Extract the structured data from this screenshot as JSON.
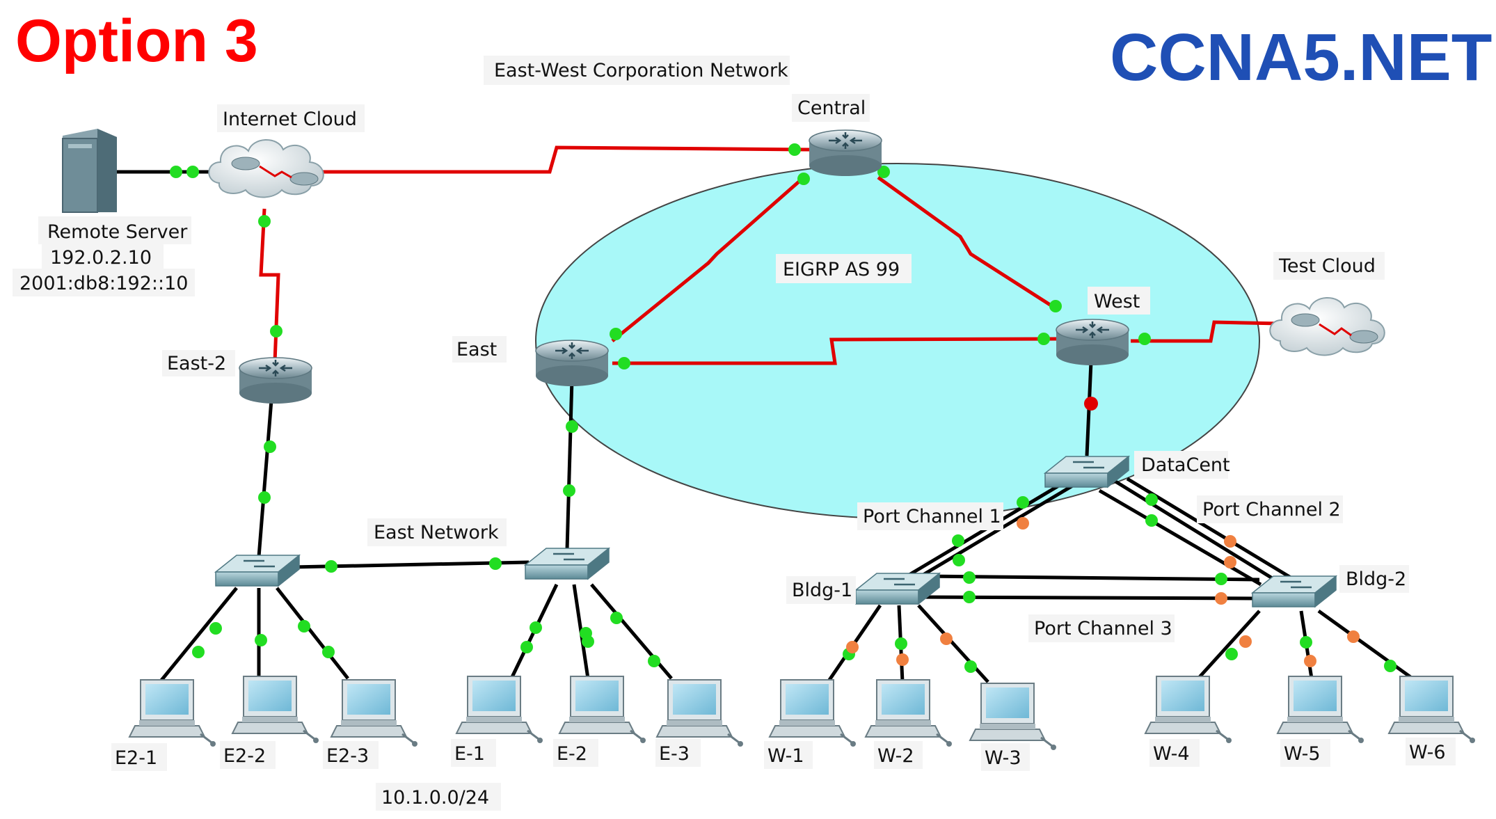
{
  "header": {
    "option_title": "Option 3",
    "brand": "CCNA5.NET",
    "network_name": "East-West Corporation Network"
  },
  "colors": {
    "title": "#ff0000",
    "brand": "#1f4fb5",
    "serial_link": "#e00000",
    "ethernet_link": "#000000",
    "link_up": "#22dd22",
    "link_blocking": "#f08040",
    "link_down": "#e00000",
    "eigrp_area": "#a8f8f8"
  },
  "routing": {
    "eigrp_label": "EIGRP AS 99"
  },
  "devices": {
    "remote_server": {
      "name": "Remote Server",
      "ipv4": "192.0.2.10",
      "ipv6": "2001:db8:192::10",
      "icon": "server-icon"
    },
    "internet_cloud": {
      "name": "Internet Cloud",
      "icon": "cloud-icon"
    },
    "central": {
      "name": "Central",
      "icon": "router-icon"
    },
    "east2": {
      "name": "East-2",
      "icon": "router-icon"
    },
    "east": {
      "name": "East",
      "icon": "router-icon"
    },
    "west": {
      "name": "West",
      "icon": "router-icon"
    },
    "test_cloud": {
      "name": "Test Cloud",
      "icon": "cloud-icon"
    },
    "datacent": {
      "name": "DataCent",
      "icon": "switch-icon"
    },
    "bldg1": {
      "name": "Bldg-1",
      "icon": "switch-icon"
    },
    "bldg2": {
      "name": "Bldg-2",
      "icon": "switch-icon"
    },
    "e2_switch": {
      "name": "",
      "icon": "switch-icon"
    },
    "e_switch": {
      "name": "",
      "icon": "switch-icon"
    }
  },
  "labels": {
    "east_network": "East Network",
    "subnet": "10.1.0.0/24",
    "port_channel_1": "Port Channel 1",
    "port_channel_2": "Port Channel 2",
    "port_channel_3": "Port Channel 3"
  },
  "pcs": [
    {
      "name": "E2-1",
      "icon": "pc-icon"
    },
    {
      "name": "E2-2",
      "icon": "pc-icon"
    },
    {
      "name": "E2-3",
      "icon": "pc-icon"
    },
    {
      "name": "E-1",
      "icon": "pc-icon"
    },
    {
      "name": "E-2",
      "icon": "pc-icon"
    },
    {
      "name": "E-3",
      "icon": "pc-icon"
    },
    {
      "name": "W-1",
      "icon": "pc-icon"
    },
    {
      "name": "W-2",
      "icon": "pc-icon"
    },
    {
      "name": "W-3",
      "icon": "pc-icon"
    },
    {
      "name": "W-4",
      "icon": "pc-icon"
    },
    {
      "name": "W-5",
      "icon": "pc-icon"
    },
    {
      "name": "W-6",
      "icon": "pc-icon"
    }
  ]
}
